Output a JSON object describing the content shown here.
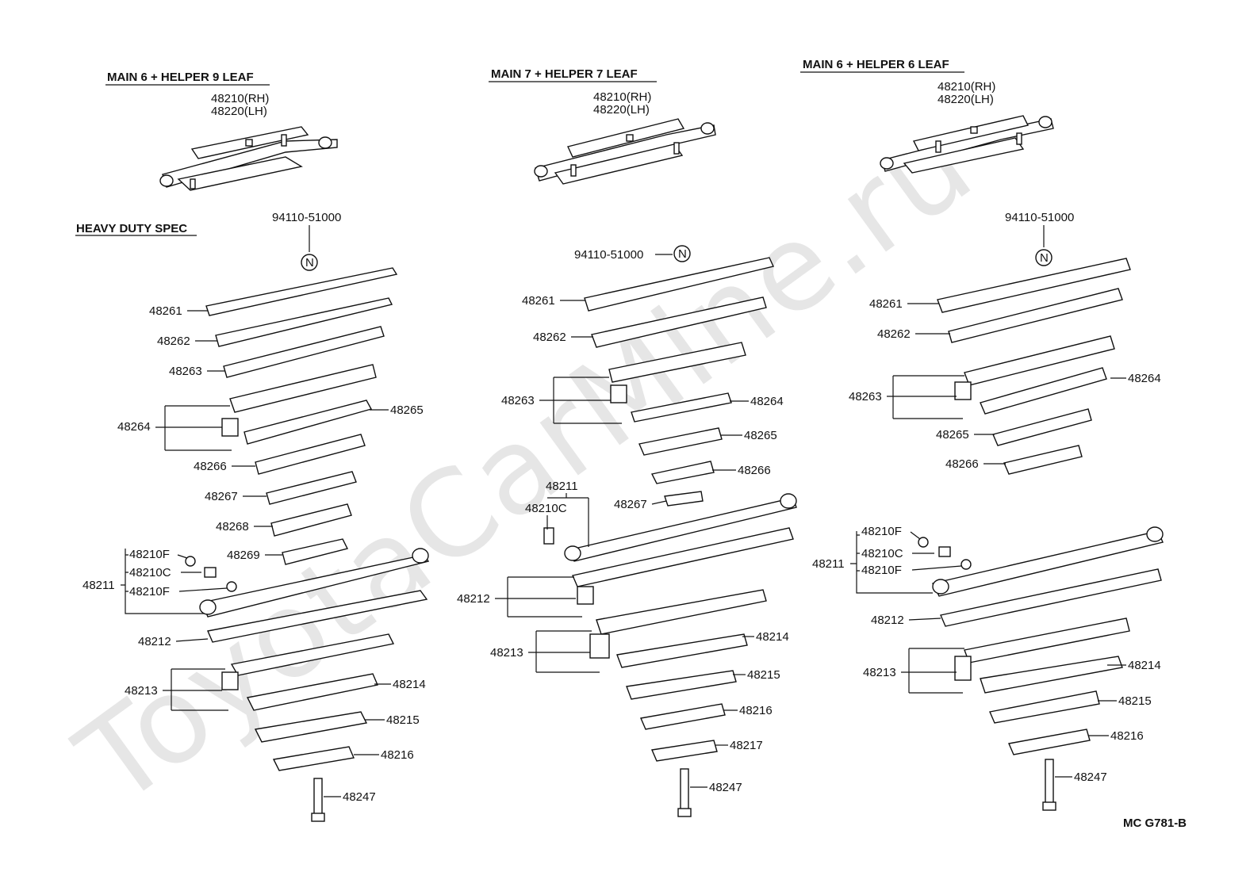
{
  "watermark": "ToyotaCarMine.ru",
  "diagram_code": "MC G781-B",
  "columns": [
    {
      "header": "MAIN 6 + HELPER 9 LEAF",
      "sub_header": "HEAVY DUTY SPEC",
      "assembly_labels": [
        "48210(RH)",
        "48220(LH)"
      ],
      "bolt_ref": "94110-51000",
      "marker": "N",
      "labels": [
        "48261",
        "48262",
        "48263",
        "48264",
        "48265",
        "48266",
        "48267",
        "48268",
        "48269",
        "48211",
        "48210F",
        "48210C",
        "48210F",
        "48212",
        "48213",
        "48214",
        "48215",
        "48216",
        "48247"
      ]
    },
    {
      "header": "MAIN 7 + HELPER 7 LEAF",
      "assembly_labels": [
        "48210(RH)",
        "48220(LH)"
      ],
      "bolt_ref": "94110-51000",
      "marker": "N",
      "labels": [
        "48261",
        "48262",
        "48263",
        "48264",
        "48265",
        "48266",
        "48267",
        "48211",
        "48210C",
        "48212",
        "48213",
        "48214",
        "48215",
        "48216",
        "48217",
        "48247"
      ]
    },
    {
      "header": "MAIN 6 + HELPER 6 LEAF",
      "assembly_labels": [
        "48210(RH)",
        "48220(LH)"
      ],
      "bolt_ref": "94110-51000",
      "marker": "N",
      "labels": [
        "48261",
        "48262",
        "48263",
        "48264",
        "48265",
        "48266",
        "48211",
        "48210F",
        "48210C",
        "48210F",
        "48212",
        "48213",
        "48214",
        "48215",
        "48216",
        "48247"
      ]
    }
  ]
}
